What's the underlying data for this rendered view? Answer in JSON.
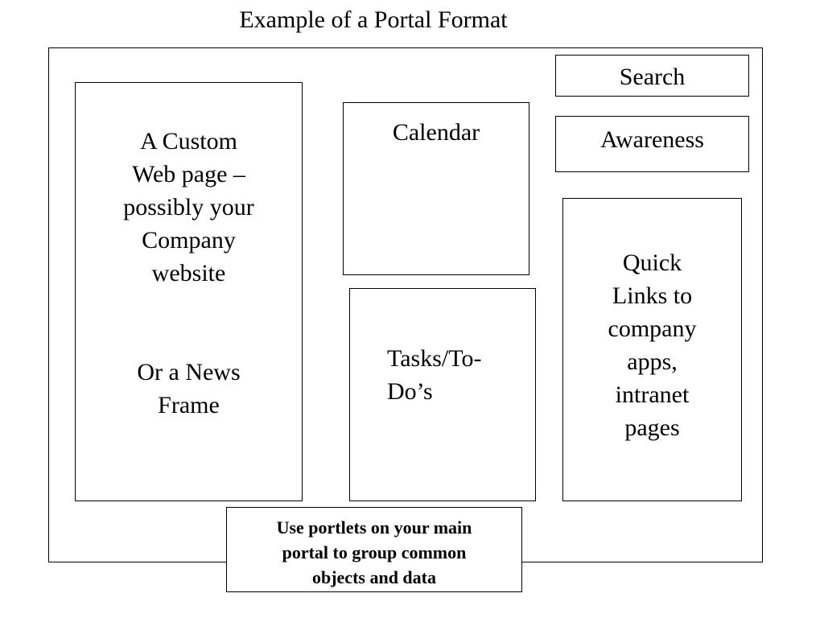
{
  "title": "Example of a Portal Format",
  "portlets": {
    "custom_page": {
      "lines": [
        "A Custom",
        "Web page –",
        "possibly your",
        "Company",
        "website"
      ],
      "alt_lines": [
        "Or a News",
        "Frame"
      ]
    },
    "calendar": {
      "label": "Calendar"
    },
    "tasks": {
      "lines": [
        "Tasks/To-",
        "Do’s"
      ]
    },
    "search": {
      "label": "Search"
    },
    "awareness": {
      "label": "Awareness"
    },
    "quick_links": {
      "lines": [
        "Quick",
        "Links to",
        "company",
        "apps,",
        "intranet",
        "pages"
      ]
    }
  },
  "note": {
    "lines": [
      "Use portlets on your main",
      "portal to group common",
      "objects and data"
    ]
  }
}
